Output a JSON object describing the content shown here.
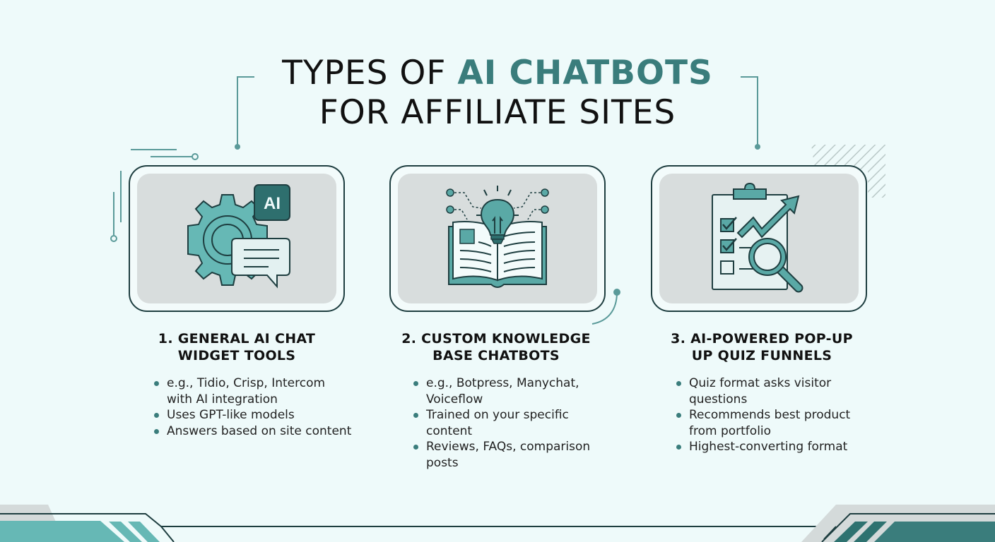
{
  "title": {
    "line1_prefix": "TYPES OF ",
    "line1_accent": "AI CHATBOTS",
    "line2": "FOR AFFILIATE SITES"
  },
  "colors": {
    "background": "#eefafa",
    "accent": "#3a7d7c",
    "teal_light": "#66b8b5",
    "teal_dark": "#2e6f6e",
    "outline": "#1e3e40",
    "card_inner": "#d8dddd"
  },
  "cards": [
    {
      "icon": "gear-ai-chat-icon",
      "badge": "AI",
      "heading": "1. GENERAL AI CHAT WIDGET TOOLS",
      "heading_line1": "1. GENERAL AI CHAT",
      "heading_line2": "WIDGET TOOLS",
      "bullets": [
        "e.g., Tidio, Crisp, Intercom with AI integration",
        "Uses GPT-like models",
        "Answers based on site content"
      ]
    },
    {
      "icon": "book-lightbulb-icon",
      "heading": "2. CUSTOM KNOWLEDGE BASE CHATBOTS",
      "heading_line1": "2. CUSTOM KNOWLEDGE",
      "heading_line2": "BASE CHATBOTS",
      "bullets": [
        "e.g., Botpress, Manychat, Voiceflow",
        "Trained on your specific content",
        "Reviews, FAQs, comparison posts"
      ]
    },
    {
      "icon": "clipboard-chart-magnifier-icon",
      "heading": "3. AI-POWERED POP-UP UP QUIZ FUNNELS",
      "heading_line1": "3. AI-POWERED POP-UP",
      "heading_line2": "UP QUIZ FUNNELS",
      "bullets": [
        "Quiz format asks visitor questions",
        "Recommends best product from portfolio",
        "Highest-converting format"
      ]
    }
  ]
}
